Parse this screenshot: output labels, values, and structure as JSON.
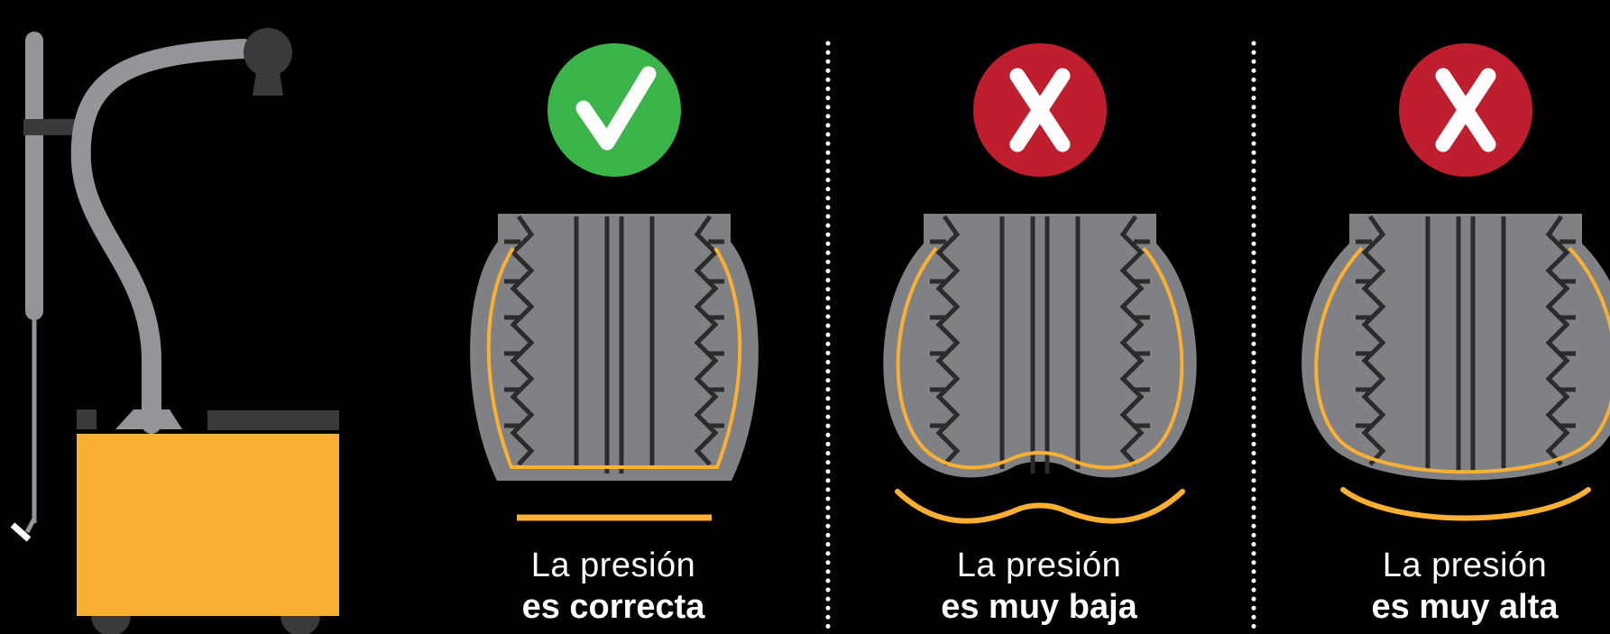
{
  "colors": {
    "background": "#000000",
    "tire": "#808184",
    "tread_line": "#2b2b2b",
    "pressure_line": "#fbb034",
    "ok": "#3bb54a",
    "bad": "#be1e2d",
    "machine": "#939598",
    "tank": "#fbb034"
  },
  "machine": {
    "icon": "tire-inflator-machine-icon"
  },
  "panels": [
    {
      "id": "correct",
      "status_icon": "check-icon",
      "caption_light": "La presión",
      "caption_bold": "es correcta"
    },
    {
      "id": "low",
      "status_icon": "cross-icon",
      "caption_light": "La presión",
      "caption_bold": "es muy baja"
    },
    {
      "id": "high",
      "status_icon": "cross-icon",
      "caption_light": "La presión",
      "caption_bold": "es muy alta"
    }
  ]
}
